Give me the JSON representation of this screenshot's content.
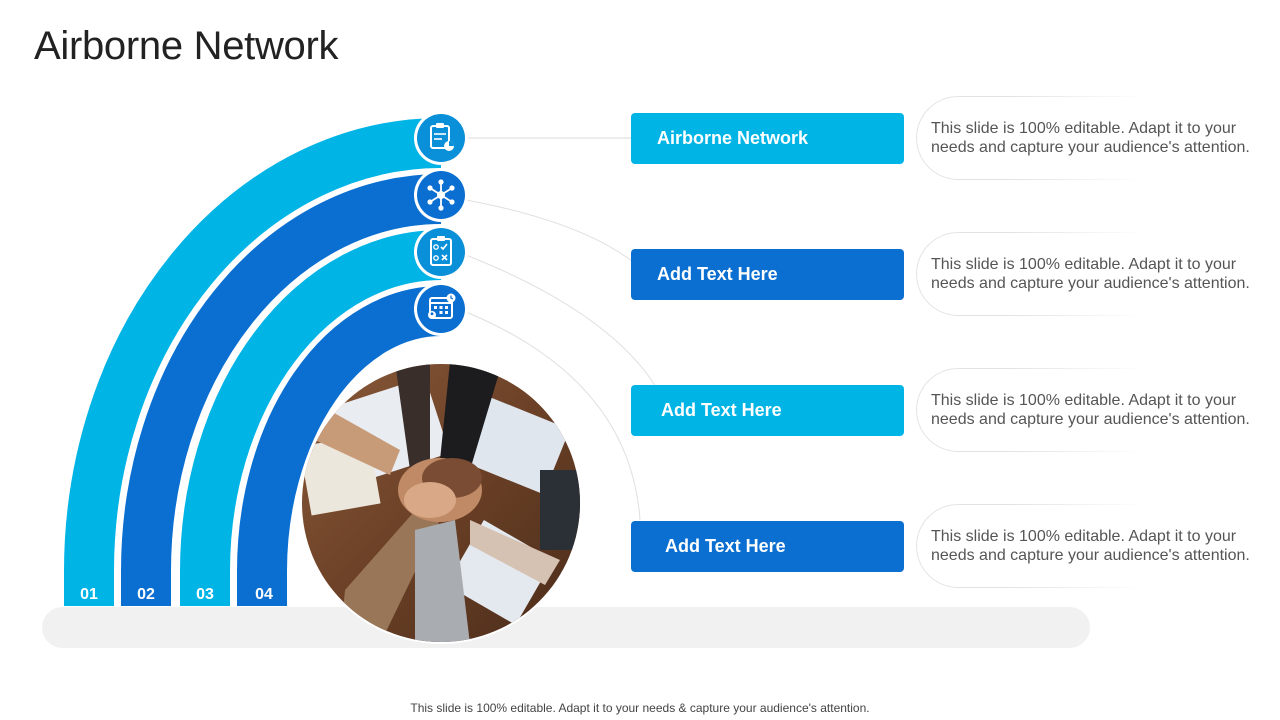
{
  "title": "Airborne Network",
  "arcs": [
    {
      "number": "01",
      "color": "#00b4e6"
    },
    {
      "number": "02",
      "color": "#0a6fd1"
    },
    {
      "number": "03",
      "color": "#00b4e6"
    },
    {
      "number": "04",
      "color": "#0a6fd1"
    }
  ],
  "icons": [
    "clipboard-chart-icon",
    "network-nodes-icon",
    "checklist-icon",
    "calendar-people-icon"
  ],
  "items": [
    {
      "label": "Airborne Network",
      "color": "#00b4e6",
      "description": "This slide is 100% editable. Adapt it to your needs and capture your audience's attention."
    },
    {
      "label": "Add Text Here",
      "color": "#0a6fd1",
      "description": "This slide is 100% editable. Adapt it to your needs and capture your audience's attention."
    },
    {
      "label": "Add Text Here",
      "color": "#00b4e6",
      "description": "This slide is 100% editable. Adapt it to your needs and capture your audience's attention."
    },
    {
      "label": "Add Text Here",
      "color": "#0a6fd1",
      "description": "This slide is 100% editable. Adapt it to your needs and capture your audience's attention."
    }
  ],
  "footer": "This slide is 100% editable. Adapt it to your needs & capture your audience's attention."
}
